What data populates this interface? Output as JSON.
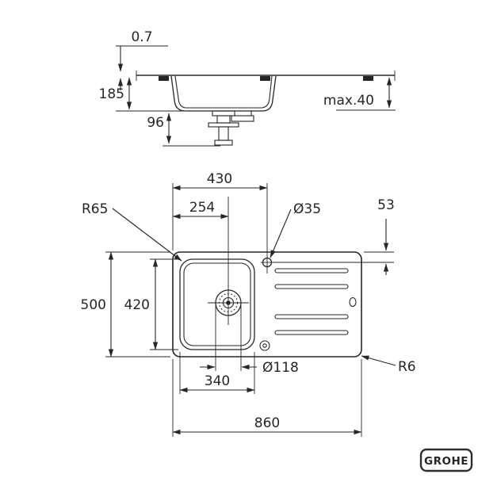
{
  "brand": {
    "logo": "GROHE"
  },
  "colors": {
    "line": "#262626",
    "background": "#ffffff"
  },
  "side_view": {
    "sheet_thickness": "0.7",
    "depth_total": "185",
    "drain_clearance": "96",
    "max_worktop": "max.40"
  },
  "top_view": {
    "left_to_tap": "430",
    "left_to_drain": "254",
    "tap_hole_dia": "Ø35",
    "tap_edge_dist": "53",
    "bowl_corner_radius": "R65",
    "overall_depth": "500",
    "bowl_length": "420",
    "drain_dia": "Ø118",
    "bowl_width": "340",
    "overall_width": "860",
    "outer_corner_radius": "R6"
  }
}
